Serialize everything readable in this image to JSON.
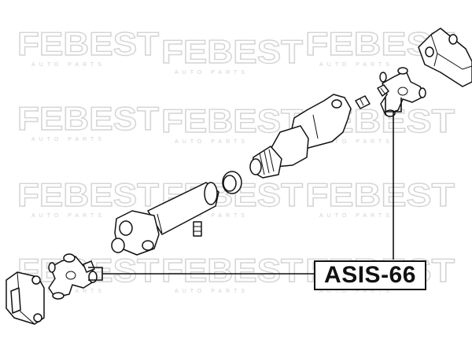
{
  "watermark": {
    "brand": "FEBEST",
    "tagline": "AUTO PARTS"
  },
  "part_number": "ASIS-66",
  "colors": {
    "line": "#111111",
    "watermark": "#d4d4d4",
    "background": "#ffffff"
  }
}
